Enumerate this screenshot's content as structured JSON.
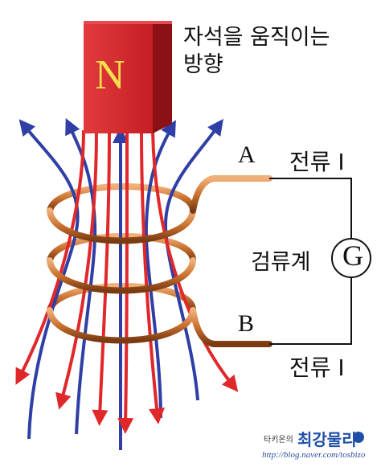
{
  "magnet": {
    "pole_label": "N"
  },
  "caption": {
    "line1": "자석을 움직이는",
    "line2": "방향"
  },
  "coil": {
    "end_a": "A",
    "end_b": "B"
  },
  "circuit": {
    "current_top": "전류 I",
    "current_bottom": "전류 I",
    "galvanometer_label": "검류계",
    "galvanometer_symbol": "G"
  },
  "watermark": {
    "small": "타키온의",
    "title": "최강물리",
    "url": "http://blog.naver.com/tosbizo"
  },
  "colors": {
    "magnet": "#d8262c",
    "coil": "#c9712e",
    "field_blue": "#2f3fa5",
    "field_red": "#e0282b"
  }
}
